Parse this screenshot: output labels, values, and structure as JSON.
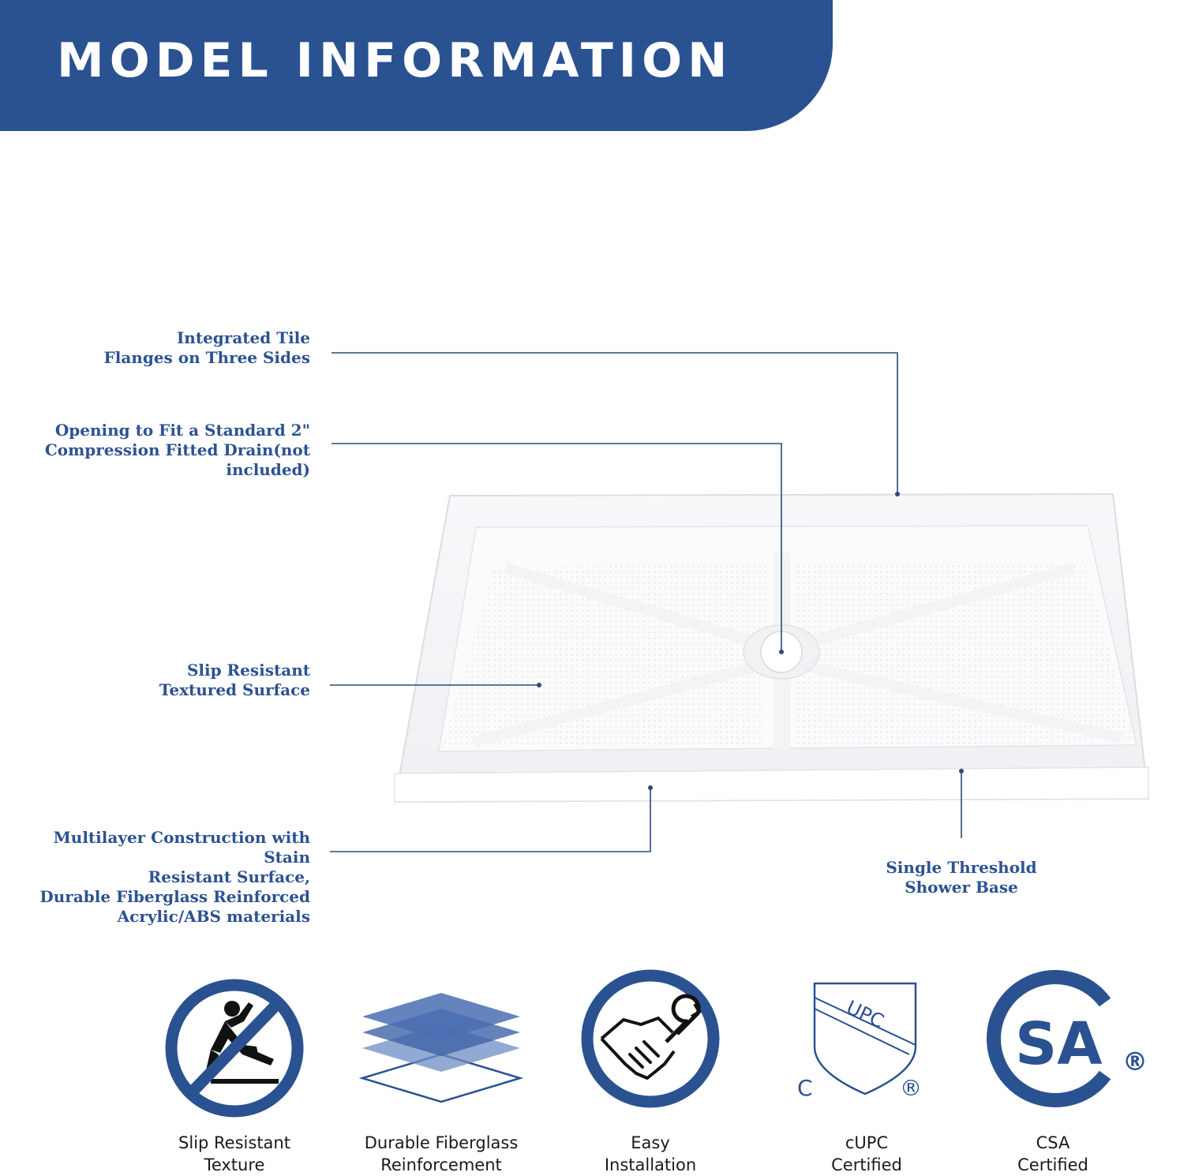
{
  "banner": {
    "title": "MODEL INFORMATION"
  },
  "callouts": [
    {
      "lines": [
        "Integrated Tile",
        "Flanges on Three Sides"
      ]
    },
    {
      "lines": [
        "Opening to Fit a Standard 2\"",
        "Compression Fitted Drain(not",
        "included)"
      ]
    },
    {
      "lines": [
        "Slip Resistant",
        "Textured Surface"
      ]
    },
    {
      "lines": [
        "Multilayer Construction with Stain",
        "Resistant Surface,",
        "Durable Fiberglass Reinforced",
        "Acrylic/ABS materials"
      ]
    },
    {
      "lines": [
        "Single Threshold",
        "Shower Base"
      ]
    }
  ],
  "features": [
    {
      "icon": "no-slip-icon",
      "lines": [
        "Slip Resistant",
        "Texture"
      ]
    },
    {
      "icon": "layers-icon",
      "lines": [
        "Durable Fiberglass",
        "Reinforcement"
      ]
    },
    {
      "icon": "handshake-wrench-icon",
      "lines": [
        "Easy",
        "Installation"
      ]
    },
    {
      "icon": "cupc-logo",
      "lines": [
        "cUPC",
        "Certified"
      ],
      "logo_text": {
        "upc": "UPC",
        "c": "C",
        "r": "®"
      }
    },
    {
      "icon": "csa-logo",
      "lines": [
        "CSA",
        "Certified"
      ],
      "logo_text": {
        "csa": "SA",
        "r": "®"
      }
    }
  ],
  "colors": {
    "brand_blue": "#2a5291",
    "text_dark": "#1a1a1a",
    "line_blue": "#2c4a7a"
  }
}
